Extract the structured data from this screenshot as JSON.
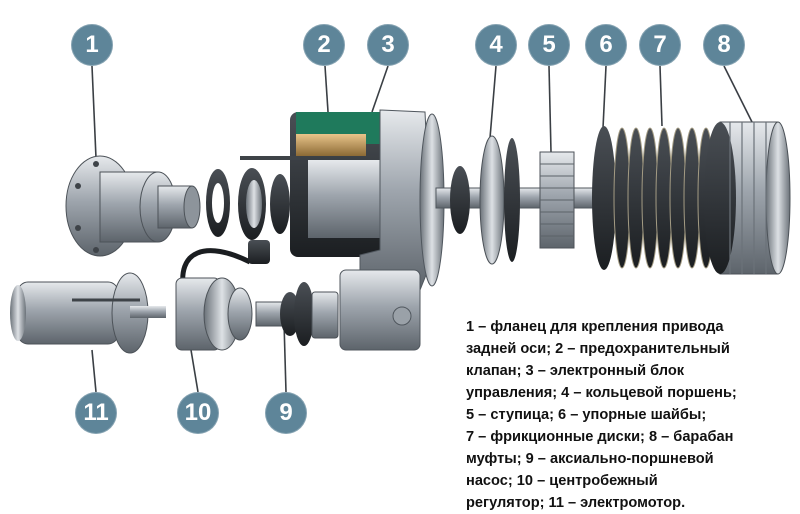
{
  "badges": [
    "1",
    "2",
    "3",
    "4",
    "5",
    "6",
    "7",
    "8",
    "9",
    "10",
    "11"
  ],
  "legend": {
    "lines": [
      "1 – фланец для крепления привода",
      "задней оси; 2 – предохранительный",
      "клапан; 3 – электронный блок",
      "управления; 4 – кольцевой поршень;",
      "5 – ступица; 6 – упорные шайбы;",
      "7 – фрикционные диски; 8 – барабан",
      "муфты; 9 – аксиально-поршневой",
      "насос; 10 – центробежный",
      "регулятор; 11 – электромотор."
    ]
  },
  "colors": {
    "badge": "#5e8599",
    "leader": "#3a3f44",
    "metal": "#b9bec4"
  }
}
